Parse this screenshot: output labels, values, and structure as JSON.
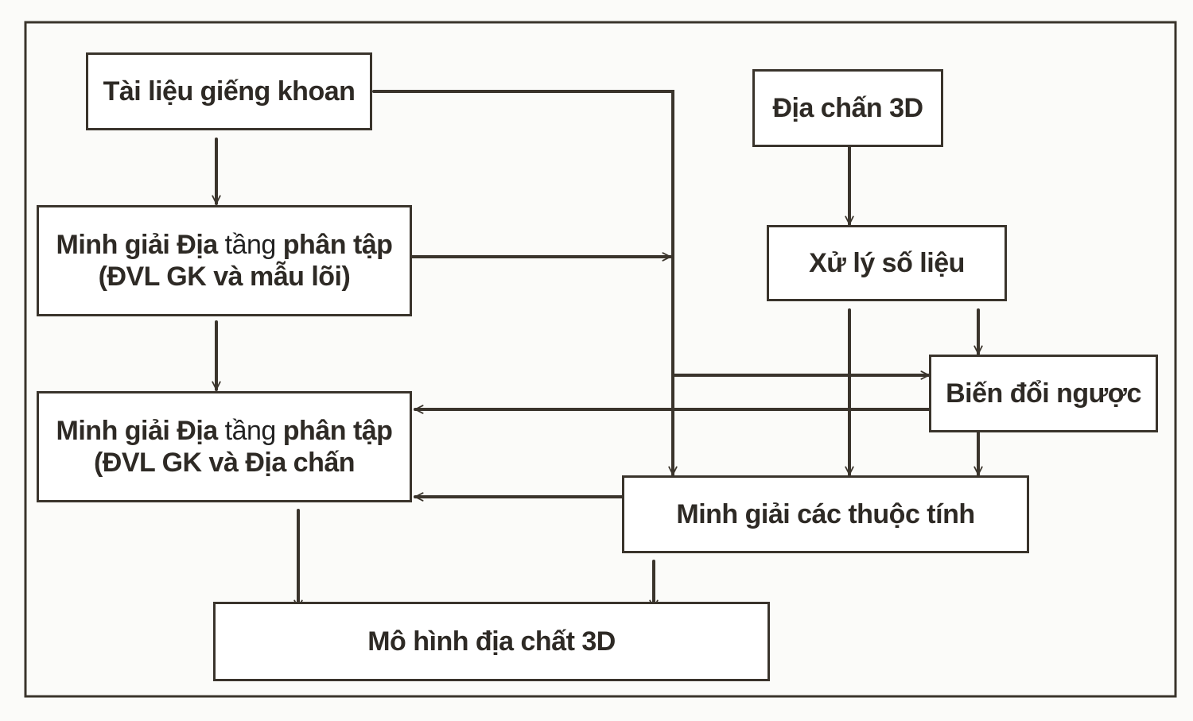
{
  "diagram": {
    "colors": {
      "line": "#3a342c",
      "text": "#2e2a25",
      "background": "#fbfbf9"
    },
    "nodes": {
      "well_data": {
        "lines": [
          "Tài liệu giếng khoan"
        ]
      },
      "strat_core": {
        "line1_a": "Minh giải Địa ",
        "line1_b": "tầng",
        "line1_c": " phân  tập",
        "line2": "(ĐVL GK và  mẫu lõi)"
      },
      "strat_seismic": {
        "line1_a": "Minh giải Địa ",
        "line1_b": "tầng",
        "line1_c": " phân  tập",
        "line2": "(ĐVL GK và Địa chấn"
      },
      "seismic_3d": {
        "lines": [
          "Địa chấn 3D"
        ]
      },
      "data_processing": {
        "lines": [
          "Xử lý số liệu"
        ]
      },
      "inversion": {
        "lines": [
          "Biến đổi ngược"
        ]
      },
      "attributes": {
        "lines": [
          "Minh giải các thuộc tính"
        ]
      },
      "geo_model": {
        "lines": [
          "Mô hình  địa chất 3D"
        ]
      }
    },
    "edges": [
      {
        "from": "well_data",
        "to": "strat_core"
      },
      {
        "from": "strat_core",
        "to": "strat_seismic"
      },
      {
        "from": "well_data",
        "to": "attributes"
      },
      {
        "from": "strat_core",
        "to": "attributes"
      },
      {
        "from": "well_data",
        "to": "inversion"
      },
      {
        "from": "seismic_3d",
        "to": "data_processing"
      },
      {
        "from": "data_processing",
        "to": "inversion"
      },
      {
        "from": "data_processing",
        "to": "attributes"
      },
      {
        "from": "inversion",
        "to": "attributes"
      },
      {
        "from": "inversion",
        "to": "strat_seismic"
      },
      {
        "from": "attributes",
        "to": "strat_seismic"
      },
      {
        "from": "strat_seismic",
        "to": "geo_model"
      },
      {
        "from": "attributes",
        "to": "geo_model"
      }
    ]
  }
}
